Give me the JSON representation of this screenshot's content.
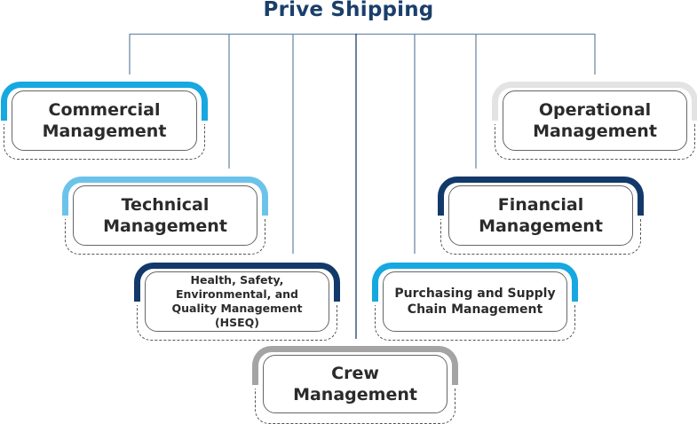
{
  "title": "Prive Shipping",
  "colors": {
    "title": "#1b3f6b",
    "connector": "#6f8ca8",
    "connector_dark": "#1b3f6b",
    "bright_blue": "#16a8e0",
    "light_blue": "#6cc3ea",
    "navy": "#12396a",
    "light_gray": "#e3e3e3",
    "gray": "#a4a4a4"
  },
  "departments": [
    {
      "id": "commercial",
      "label": "Commercial Management",
      "accent": "bright_blue"
    },
    {
      "id": "technical",
      "label": "Technical Management",
      "accent": "light_blue"
    },
    {
      "id": "hseq",
      "label": "Health, Safety, Environmental, and Quality Management (HSEQ)",
      "accent": "navy"
    },
    {
      "id": "crew",
      "label": "Crew Management",
      "accent": "gray"
    },
    {
      "id": "purchasing",
      "label": "Purchasing and Supply Chain Management",
      "accent": "bright_blue"
    },
    {
      "id": "financial",
      "label": "Financial Management",
      "accent": "navy"
    },
    {
      "id": "operational",
      "label": "Operational Management",
      "accent": "light_gray"
    }
  ]
}
